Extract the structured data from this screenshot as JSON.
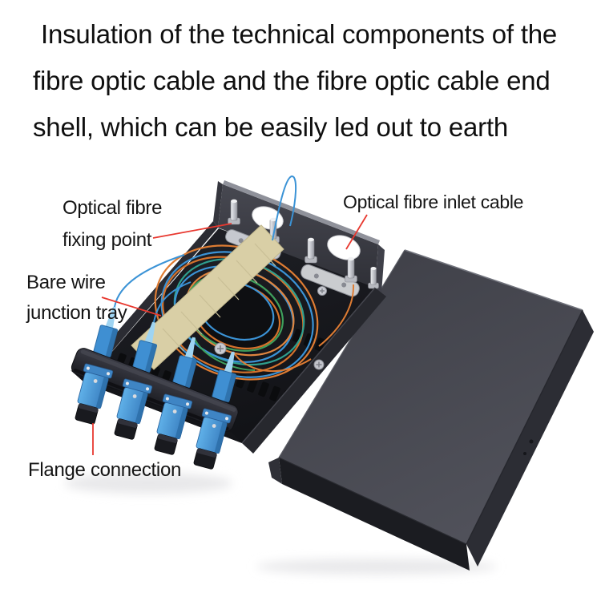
{
  "title": {
    "lines": [
      "Insulation of the technical components of the",
      "fibre optic cable and the fibre optic cable end",
      "shell, which can be easily led out to earth"
    ]
  },
  "annotations": {
    "fixing_point": {
      "lines": [
        "Optical fibre",
        "fixing point"
      ]
    },
    "inlet_cable": {
      "label": "Optical fibre inlet cable"
    },
    "junction_tray": {
      "lines": [
        "Bare wire",
        "junction tray"
      ]
    },
    "flange_connection": {
      "label": "Flange connection"
    }
  },
  "colors": {
    "background": "#ffffff",
    "title_text": "#0f0f0f",
    "label_text": "#141414",
    "leader_line": "#e8382f",
    "box_black": "#232429",
    "tray_black": "#17181c",
    "cover_gray": "#47484f",
    "adapter_blue": "#4a9ad8",
    "dust_cap_black": "#191a1f",
    "fiber_orange": "#de7c33",
    "fiber_blue": "#3b93d6",
    "fiber_green": "#3fa05c",
    "fiber_teal": "#2f9f8e",
    "tape_beige": "#d9cfa6",
    "metal_silver": "#c9cbd2"
  }
}
